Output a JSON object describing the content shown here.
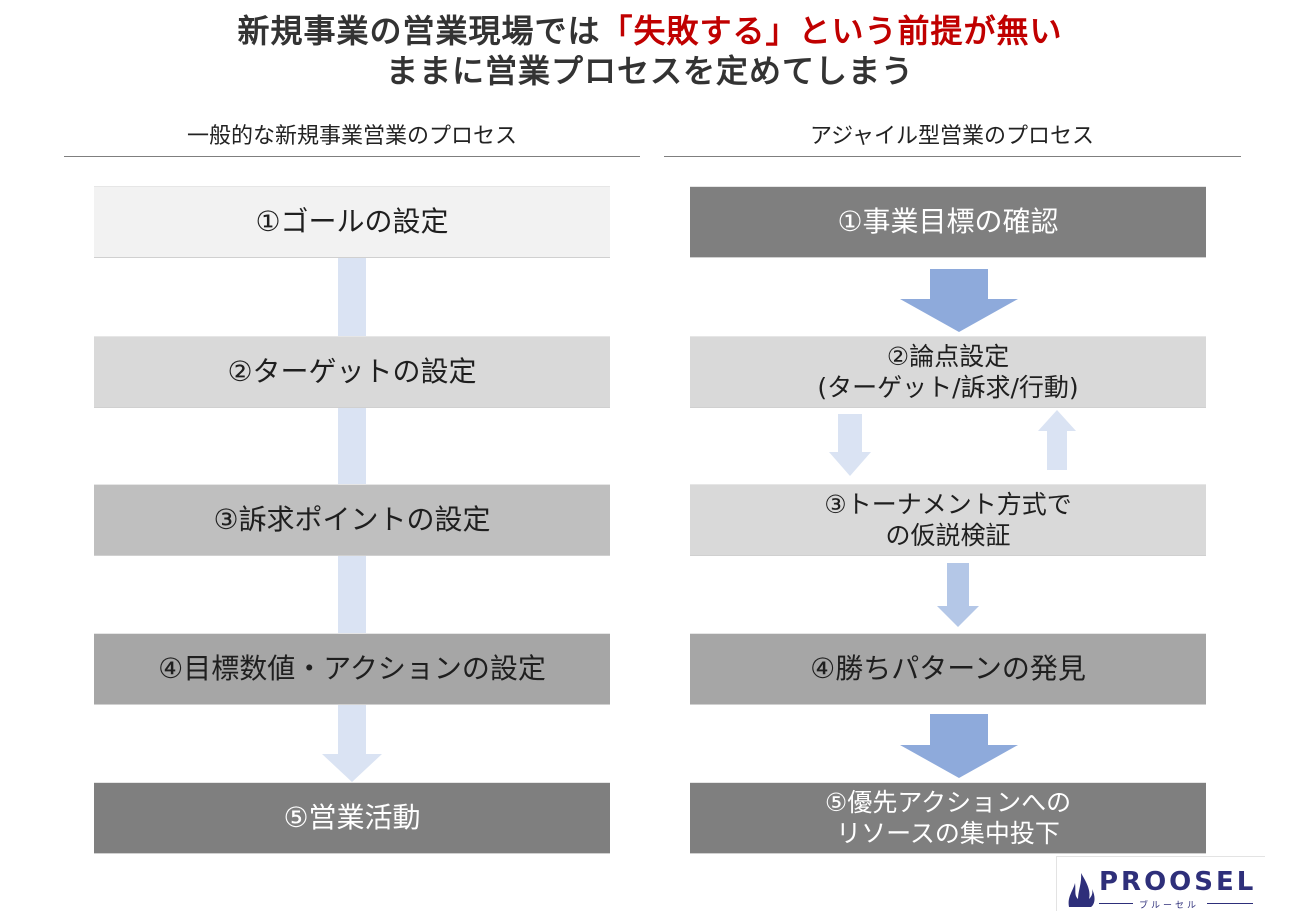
{
  "headline": {
    "line1_prefix": "新規事業の営業現場では",
    "line1_highlight": "「失敗する」という前提が無い",
    "line2": "ままに営業プロセスを定めてしまう"
  },
  "left": {
    "heading": "一般的な新規事業営業のプロセス",
    "steps": [
      "①ゴールの設定",
      "②ターゲットの設定",
      "③訴求ポイントの設定",
      "④目標数値・アクションの設定",
      "⑤営業活動"
    ]
  },
  "right": {
    "heading": "アジャイル型営業のプロセス",
    "steps": [
      {
        "line1": "①事業目標の確認",
        "line2": ""
      },
      {
        "line1": "②論点設定",
        "line2": "(ターゲット/訴求/行動)"
      },
      {
        "line1": "③トーナメント方式で",
        "line2": "の仮説検証"
      },
      {
        "line1": "④勝ちパターンの発見",
        "line2": ""
      },
      {
        "line1": "⑤優先アクションへの",
        "line2": "リソースの集中投下"
      }
    ]
  },
  "logo": {
    "word": "PROOSEL",
    "kana": "ブルーセル"
  },
  "colors": {
    "headline_text": "#333333",
    "headline_highlight": "#c00000",
    "step1_fill_left": "#f2f2f2",
    "step2_fill": "#d9d9d9",
    "step3_fill": "#bfbfbf",
    "step4_fill": "#a6a6a6",
    "step5_fill": "#7f7f7f",
    "arrow_strong": "#8eaadb",
    "arrow_light": "#dae3f3",
    "logo_navy": "#2e2f7a"
  }
}
